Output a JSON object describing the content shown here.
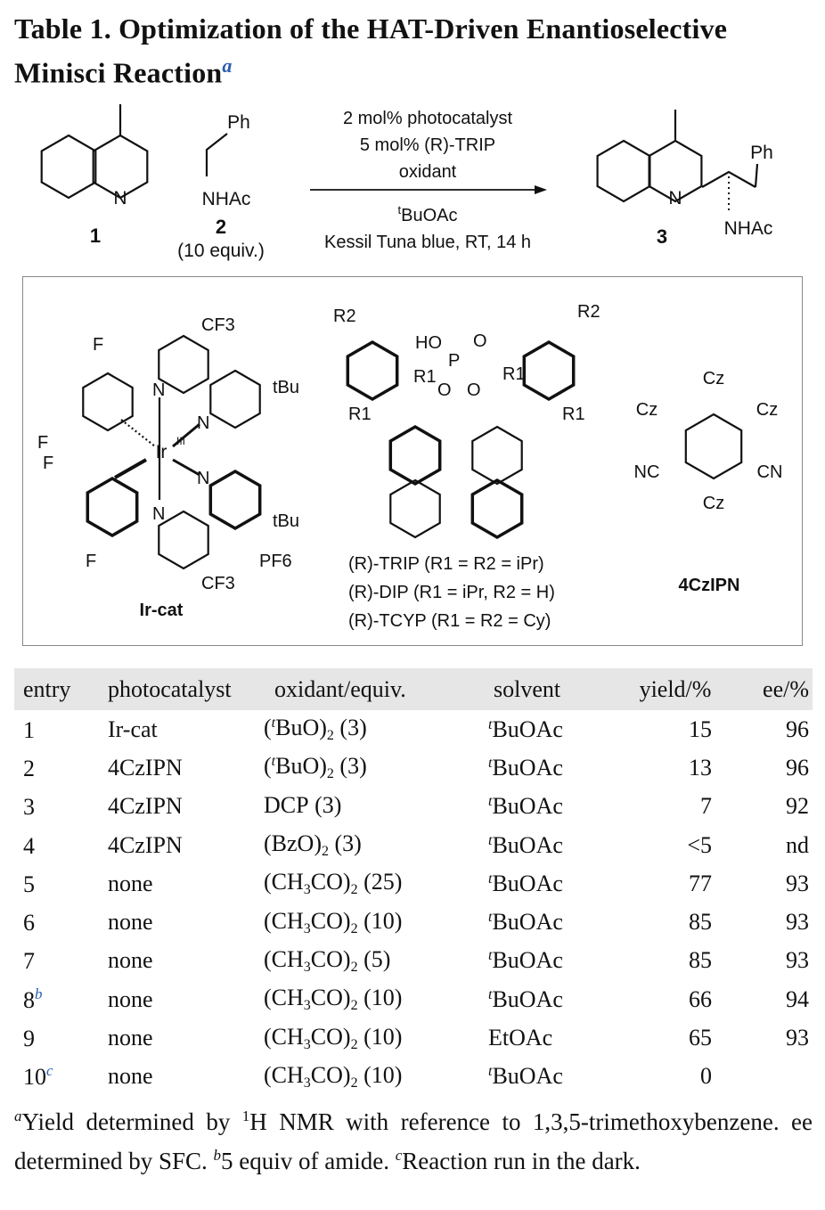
{
  "title": {
    "text": "Table 1. Optimization of the HAT-Driven Enantioselective Minisci Reaction",
    "footnote_marker": "a"
  },
  "scheme": {
    "compound1": {
      "label": "1",
      "atom_n": "N"
    },
    "compound2": {
      "label": "2",
      "equiv": "(10 equiv.)",
      "ph": "Ph",
      "nhac": "NHAc"
    },
    "compound3": {
      "label": "3",
      "ph": "Ph",
      "nhac": "NHAc",
      "atom_n": "N"
    },
    "conditions_above": [
      "2 mol% photocatalyst",
      "5 mol% (R)-TRIP",
      "oxidant"
    ],
    "solvent_sup": "t",
    "solvent": "BuOAc",
    "conditions_below": "Kessil Tuna blue, RT, 14 h"
  },
  "catalysts": {
    "ircat": {
      "name": "Ir-cat",
      "labels": [
        "F",
        "F",
        "F",
        "F",
        "CF3",
        "CF3",
        "tBu",
        "tBu",
        "N",
        "N",
        "N",
        "N",
        "Ir",
        "III",
        "PF6"
      ]
    },
    "acid": {
      "labels": [
        "R2",
        "R2",
        "R1",
        "R1",
        "R1",
        "R1",
        "HO",
        "O",
        "P",
        "O",
        "O"
      ],
      "legend": [
        "(R)-TRIP (R1 = R2 = iPr)",
        "(R)-DIP (R1 = iPr, R2 = H)",
        "(R)-TCYP (R1 = R2 = Cy)"
      ]
    },
    "czipn": {
      "name": "4CzIPN",
      "labels": [
        "Cz",
        "Cz",
        "Cz",
        "Cz",
        "NC",
        "CN"
      ]
    }
  },
  "table": {
    "headers": [
      "entry",
      "photocatalyst",
      "oxidant/equiv.",
      "solvent",
      "yield/%",
      "ee/%"
    ],
    "rows": [
      {
        "entry": "1",
        "mark": "",
        "pc": "Ir-cat",
        "ox": {
          "a": "(",
          "sup": "t",
          "b": "BuO)",
          "sub1": "",
          "c": "",
          "sub2": "2",
          "d": " (3)"
        },
        "sol_sup": "t",
        "sol": "BuOAc",
        "yield": "15",
        "ee": "96"
      },
      {
        "entry": "2",
        "mark": "",
        "pc": "4CzIPN",
        "ox": {
          "a": "(",
          "sup": "t",
          "b": "BuO)",
          "sub1": "",
          "c": "",
          "sub2": "2",
          "d": " (3)"
        },
        "sol_sup": "t",
        "sol": "BuOAc",
        "yield": "13",
        "ee": "96"
      },
      {
        "entry": "3",
        "mark": "",
        "pc": "4CzIPN",
        "ox": {
          "a": "DCP",
          "sup": "",
          "b": "",
          "sub1": "",
          "c": "",
          "sub2": "",
          "d": " (3)"
        },
        "sol_sup": "t",
        "sol": "BuOAc",
        "yield": "7",
        "ee": "92"
      },
      {
        "entry": "4",
        "mark": "",
        "pc": "4CzIPN",
        "ox": {
          "a": "(BzO)",
          "sup": "",
          "b": "",
          "sub1": "",
          "c": "",
          "sub2": "2",
          "d": " (3)"
        },
        "sol_sup": "t",
        "sol": "BuOAc",
        "yield": "<5",
        "ee": "nd"
      },
      {
        "entry": "5",
        "mark": "",
        "pc": "none",
        "ox": {
          "a": "(CH",
          "sup": "",
          "b": "",
          "sub1": "3",
          "c": "CO)",
          "sub2": "2",
          "d": " (25)"
        },
        "sol_sup": "t",
        "sol": "BuOAc",
        "yield": "77",
        "ee": "93"
      },
      {
        "entry": "6",
        "mark": "",
        "pc": "none",
        "ox": {
          "a": "(CH",
          "sup": "",
          "b": "",
          "sub1": "3",
          "c": "CO)",
          "sub2": "2",
          "d": " (10)"
        },
        "sol_sup": "t",
        "sol": "BuOAc",
        "yield": "85",
        "ee": "93"
      },
      {
        "entry": "7",
        "mark": "",
        "pc": "none",
        "ox": {
          "a": "(CH",
          "sup": "",
          "b": "",
          "sub1": "3",
          "c": "CO)",
          "sub2": "2",
          "d": " (5)"
        },
        "sol_sup": "t",
        "sol": "BuOAc",
        "yield": "85",
        "ee": "93"
      },
      {
        "entry": "8",
        "mark": "b",
        "pc": "none",
        "ox": {
          "a": "(CH",
          "sup": "",
          "b": "",
          "sub1": "3",
          "c": "CO)",
          "sub2": "2",
          "d": " (10)"
        },
        "sol_sup": "t",
        "sol": "BuOAc",
        "yield": "66",
        "ee": "94"
      },
      {
        "entry": "9",
        "mark": "",
        "pc": "none",
        "ox": {
          "a": "(CH",
          "sup": "",
          "b": "",
          "sub1": "3",
          "c": "CO)",
          "sub2": "2",
          "d": " (10)"
        },
        "sol_sup": "",
        "sol": "EtOAc",
        "yield": "65",
        "ee": "93"
      },
      {
        "entry": "10",
        "mark": "c",
        "pc": "none",
        "ox": {
          "a": "(CH",
          "sup": "",
          "b": "",
          "sub1": "3",
          "c": "CO)",
          "sub2": "2",
          "d": " (10)"
        },
        "sol_sup": "t",
        "sol": "BuOAc",
        "yield": "0",
        "ee": ""
      }
    ]
  },
  "footnotes": {
    "a_mark": "a",
    "a_text1": "Yield determined by ",
    "a_sup": "1",
    "a_text2": "H NMR with reference to 1,3,5-trimethoxybenzene. ee determined by SFC. ",
    "b_mark": "b",
    "b_text": "5 equiv of amide. ",
    "c_mark": "c",
    "c_text": "Reaction run in the dark."
  }
}
